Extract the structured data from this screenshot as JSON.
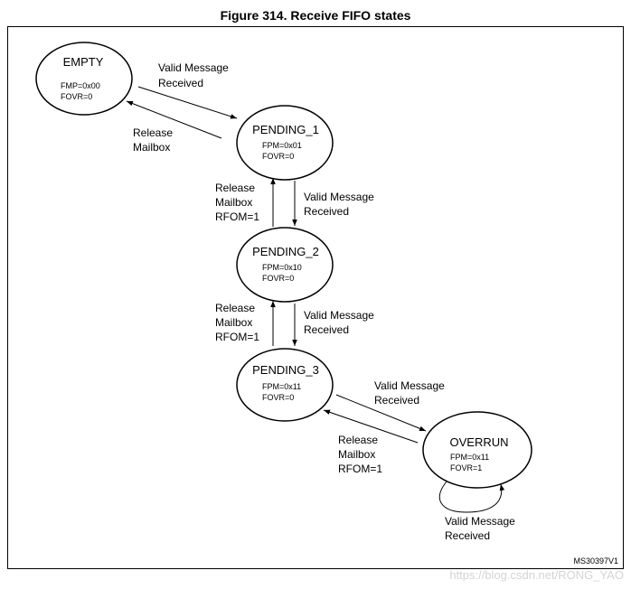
{
  "figure": {
    "title": "Figure 314. Receive FIFO states",
    "code": "MS30397V1",
    "watermark": "https://blog.csdn.net/RONG_YAO"
  },
  "states": {
    "empty": {
      "name": "EMPTY",
      "fifo_pending": "FMP=0x00",
      "overrun": "FOVR=0"
    },
    "pending_1": {
      "name": "PENDING_1",
      "fifo_pending": "FPM=0x01",
      "overrun": "FOVR=0"
    },
    "pending_2": {
      "name": "PENDING_2",
      "fifo_pending": "FPM=0x10",
      "overrun": "FOVR=0"
    },
    "pending_3": {
      "name": "PENDING_3",
      "fifo_pending": "FPM=0x11",
      "overrun": "FOVR=0"
    },
    "overrun": {
      "name": "OVERRUN",
      "fifo_pending": "FPM=0x11",
      "overrun": "FOVR=1"
    }
  },
  "transitions": {
    "empty_to_pending_1": [
      "Valid Message",
      "Received"
    ],
    "pending_1_to_empty": [
      "Release",
      "Mailbox"
    ],
    "pending_1_to_pending_2": [
      "Valid Message",
      "Received"
    ],
    "pending_2_to_pending_1": [
      "Release",
      "Mailbox",
      "RFOM=1"
    ],
    "pending_2_to_pending_3": [
      "Valid Message",
      "Received"
    ],
    "pending_3_to_pending_2": [
      "Release",
      "Mailbox",
      "RFOM=1"
    ],
    "pending_3_to_overrun": [
      "Valid Message",
      "Received"
    ],
    "overrun_to_pending_3": [
      "Release",
      "Mailbox",
      "RFOM=1"
    ],
    "overrun_self": [
      "Valid Message",
      "Received"
    ]
  }
}
